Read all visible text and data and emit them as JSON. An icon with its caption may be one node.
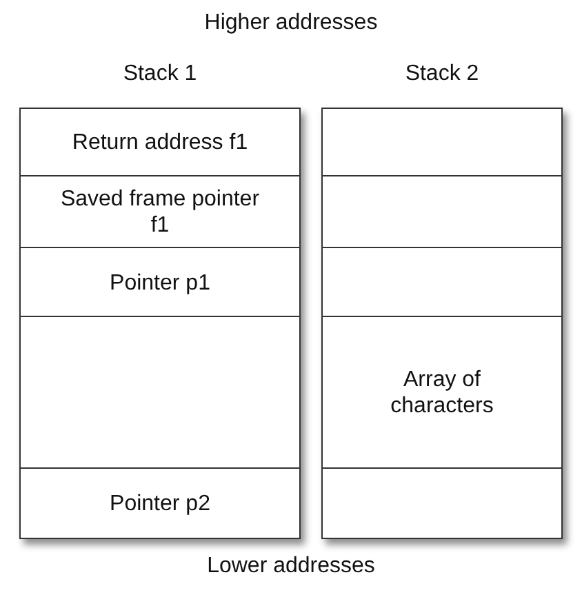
{
  "diagram": {
    "nodes": [
      {
        "text": [
          "Stack 1"
        ]
      },
      {
        "text": [
          "Return address f1"
        ],
        "in": 0
      },
      {
        "text": [
          "Saved frame pointer f1"
        ],
        "in": 0
      },
      {
        "text": [
          "Pointer p1"
        ],
        "in": 0
      },
      {
        "text": [],
        "shape": "box",
        "in": 0
      },
      {
        "text": [
          "Pointer p2"
        ],
        "in": 0
      },
      {
        "text": [
          "Stack 2"
        ]
      },
      {
        "text": [],
        "shape": "box",
        "in": 6
      },
      {
        "text": [],
        "shape": "box",
        "in": 6
      },
      {
        "text": [],
        "shape": "box",
        "in": 6
      },
      {
        "text": [
          "Array of characters"
        ],
        "in": 6
      },
      {
        "text": [],
        "shape": "box",
        "in": 6
      }
    ],
    "edges": [],
    "labels": [
      "Higher addresses",
      "Lower addresses"
    ]
  }
}
